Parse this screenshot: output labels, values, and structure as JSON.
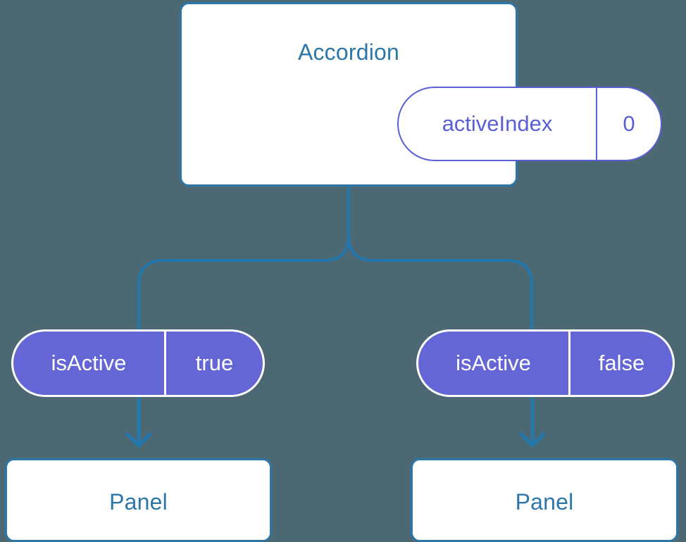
{
  "diagram": {
    "type": "component-state-tree",
    "background_color": "#4c6873",
    "accent_blue": "#2d76a8",
    "accent_purple": "#6366d4",
    "outline_purple": "#5b5fd6",
    "card_background": "#ffffff"
  },
  "root": {
    "title": "Accordion",
    "state": {
      "key": "activeIndex",
      "value": "0"
    }
  },
  "branches": [
    {
      "side": "left",
      "prop": {
        "key": "isActive",
        "value": "true"
      },
      "child": {
        "title": "Panel"
      }
    },
    {
      "side": "right",
      "prop": {
        "key": "isActive",
        "value": "false"
      },
      "child": {
        "title": "Panel"
      }
    }
  ],
  "icons": {
    "arrow_down": "arrow-down-icon",
    "branch_connector": "branch-connector-icon"
  }
}
